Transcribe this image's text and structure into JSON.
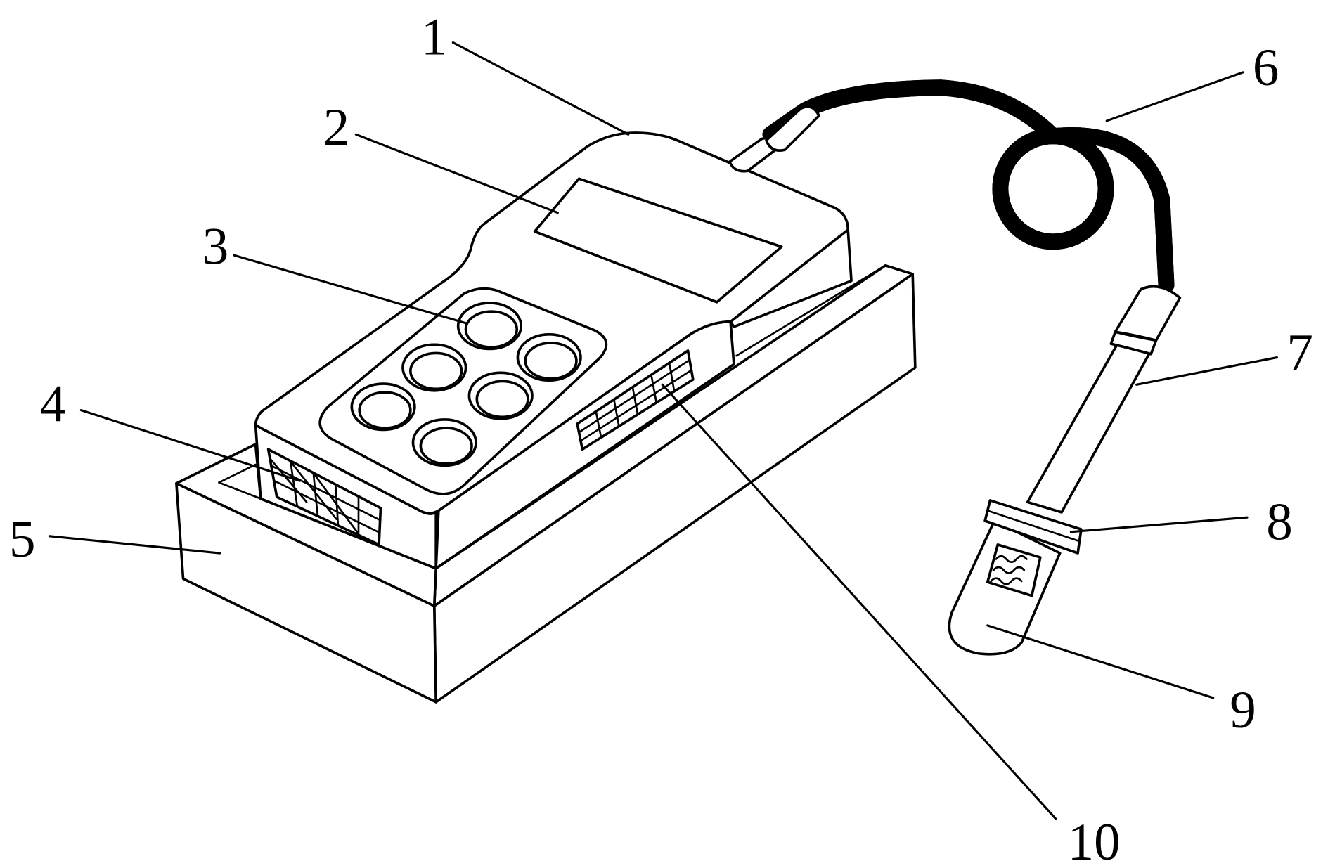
{
  "colors": {
    "line": "#000000",
    "background": "#ffffff"
  },
  "callouts": [
    "1",
    "2",
    "3",
    "4",
    "5",
    "6",
    "7",
    "8",
    "9",
    "10"
  ]
}
